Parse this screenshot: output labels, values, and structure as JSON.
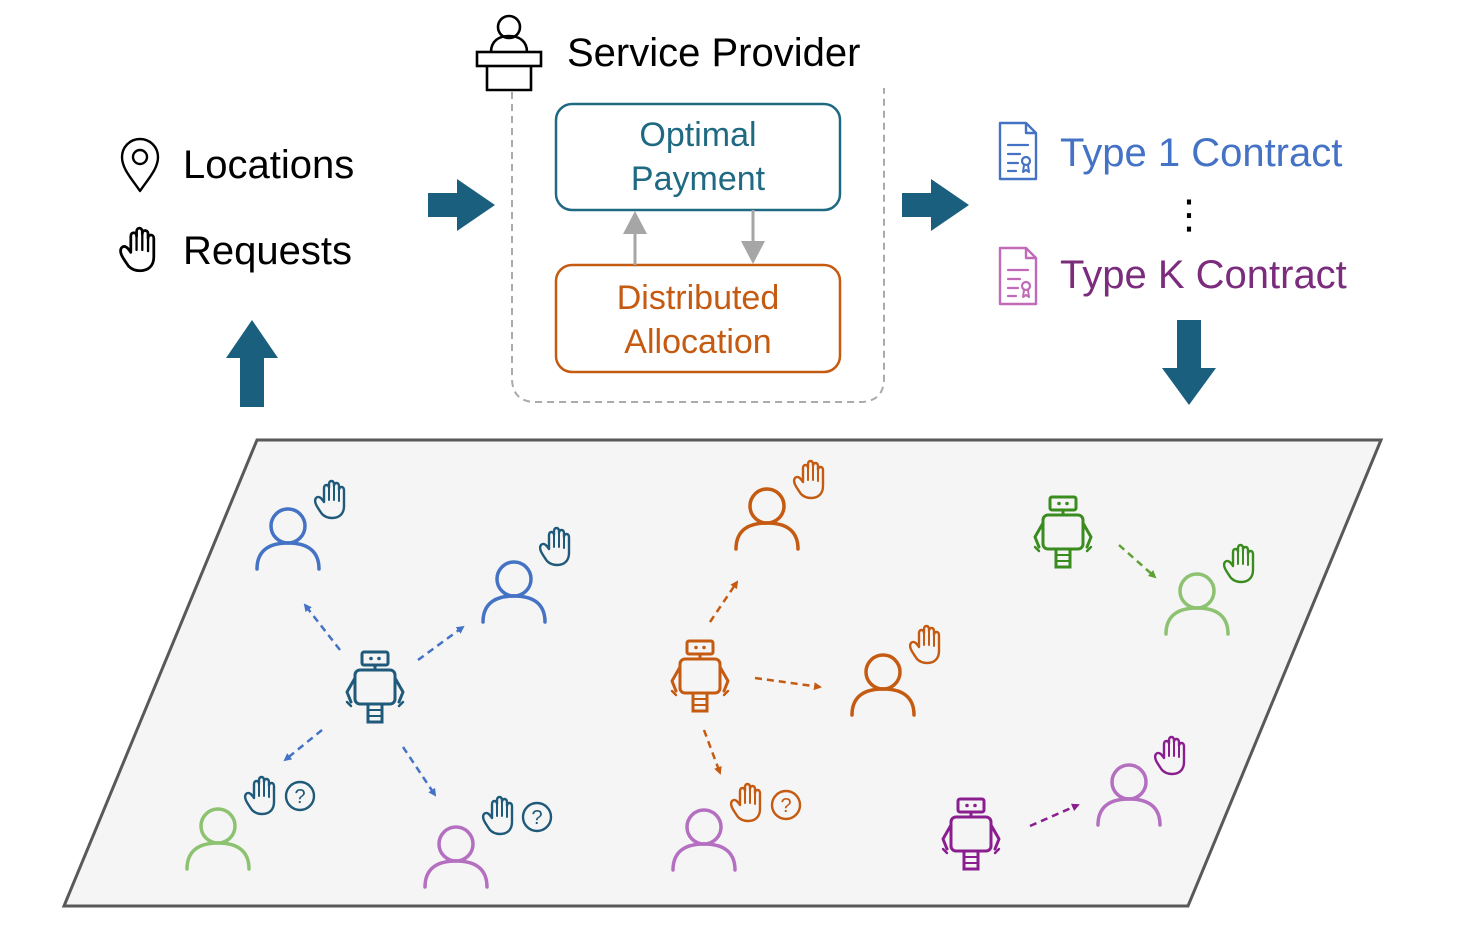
{
  "inputs": {
    "locations_label": "Locations",
    "requests_label": "Requests"
  },
  "provider": {
    "title": "Service Provider",
    "payment_line1": "Optimal",
    "payment_line2": "Payment",
    "allocation_line1": "Distributed",
    "allocation_line2": "Allocation"
  },
  "contracts": {
    "type1_label": "Type 1 Contract",
    "typek_label": "Type K Contract",
    "ellipsis": "⋮"
  },
  "colors": {
    "arrow": "#1a5f7e",
    "payment": "#1f6a82",
    "allocation": "#c55a11",
    "type1": "#4472c4",
    "typek": "#7b2c7d",
    "blue": "#4472c4",
    "navy": "#1f5a7a",
    "orange": "#c55a11",
    "green": "#5ea135",
    "lightgreen": "#8cc270",
    "purple": "#b46fc0",
    "darkpurple": "#8b1e8f",
    "plane": "#f5f5f5"
  },
  "icons": {
    "location": "location-pin-icon",
    "hand": "raised-hand-icon",
    "question": "question-mark-icon",
    "person": "person-icon",
    "robot": "robot-icon",
    "provider": "presenter-podium-icon",
    "contract": "contract-document-icon"
  }
}
